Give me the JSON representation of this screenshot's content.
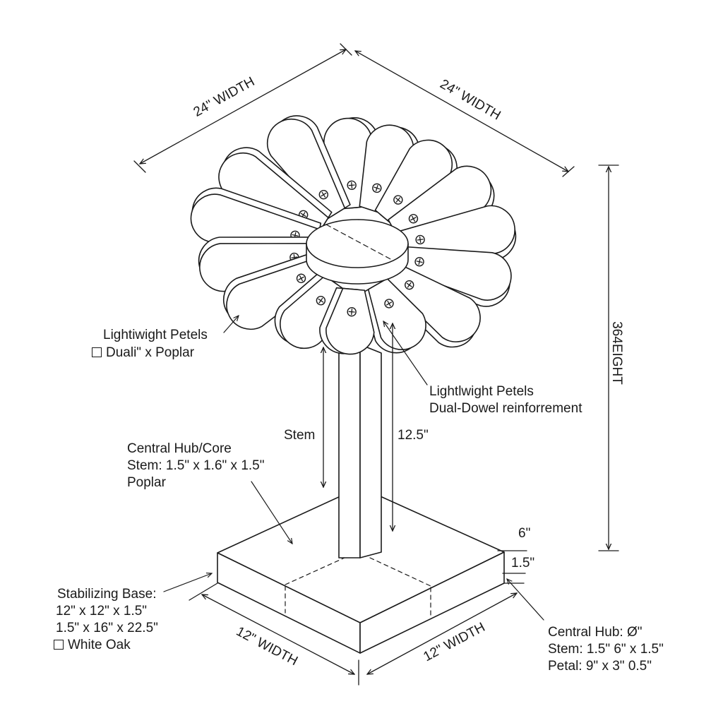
{
  "dimensions": {
    "top_left_width": "24\" WIDTH",
    "top_right_width": "24\" WIDTH",
    "height": "364EIGHT",
    "stem_height": "12.5\"",
    "base_height_top": "6\"",
    "base_height_bottom": "1.5\"",
    "base_left_width": "12\" WIDTH",
    "base_right_width": "12\" WIDTH"
  },
  "labels": {
    "petals_left": {
      "line1": "Lightiwight Petels",
      "line2": "Duali\" x Poplar"
    },
    "petals_right": {
      "line1": "Lightlwight Petels",
      "line2": "Dual-Dowel reinforrement"
    },
    "stem": "Stem",
    "hub_core": {
      "line1": "Central Hub/Core",
      "line2": "Stem: 1.5\" x 1.6\" x 1.5\"",
      "line3": "Poplar"
    },
    "base": {
      "line1": "Stabilizing Base:",
      "line2": "12\" x 12\" x 1.5\"",
      "line3": "1.5\" x 16\" x 22.5\"",
      "line4": "White Oak"
    },
    "specs": {
      "line1": "Central Hub: Ø\"",
      "line2": "Stem: 1.5\" 6\" x 1.5\"",
      "line3": "Petal: 9\" x 3\" 0.5\""
    }
  },
  "icons": {
    "material_box": "empty-square-icon",
    "screw": "phillips-screw-icon"
  }
}
